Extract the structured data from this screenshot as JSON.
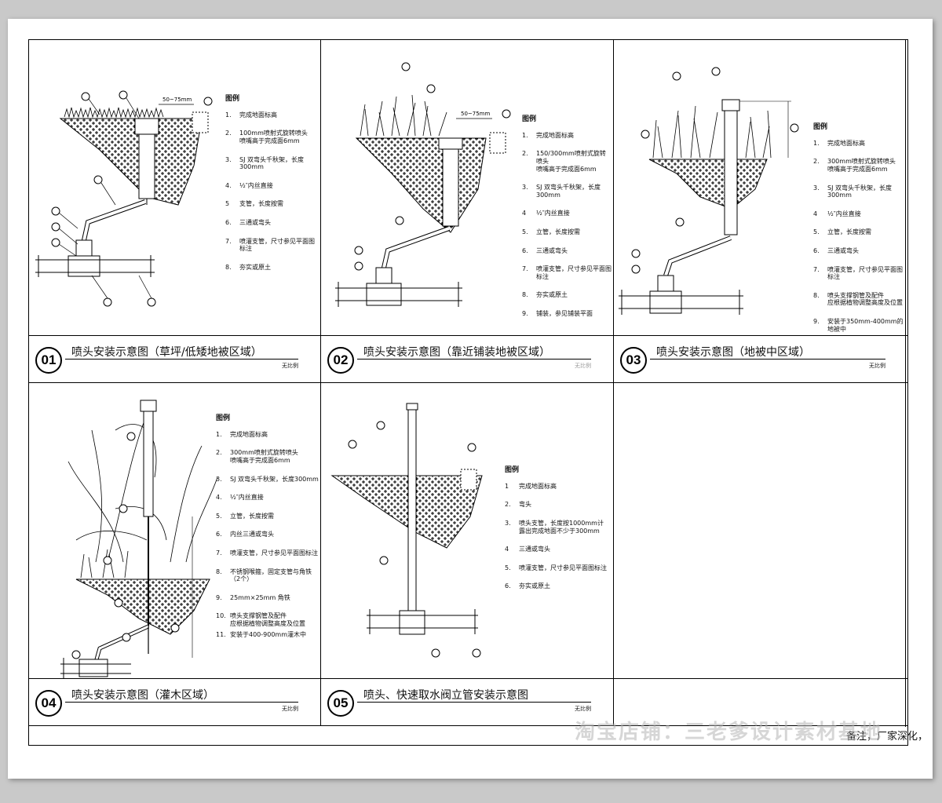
{
  "panels": [
    {
      "number": "01",
      "title": "喷头安装示意图（草坪/低矮地被区域）",
      "scale": "无比例",
      "dimension": "50~75mm",
      "legend_title": "图例",
      "legend": [
        {
          "num": "1.",
          "text": "完成地面标高"
        },
        {
          "num": "2.",
          "text": "100mm喷射式旋转喷头\n喷嘴高于完成面6mm"
        },
        {
          "num": "3.",
          "text": "SJ 双弯头千秋架，长度300mm"
        },
        {
          "num": "4.",
          "text": "½″内丝直接"
        },
        {
          "num": "5",
          "text": "支管，长度按需"
        },
        {
          "num": "6.",
          "text": "三通或弯头"
        },
        {
          "num": "7.",
          "text": "喷灌支管，尺寸参见平面图标注"
        },
        {
          "num": "8.",
          "text": "夯实或原土"
        }
      ]
    },
    {
      "number": "02",
      "title": "喷头安装示意图（靠近铺装地被区域）",
      "scale": "无比例",
      "dimension": "50~75mm",
      "legend_title": "图例",
      "legend": [
        {
          "num": "1.",
          "text": "完成地面标高"
        },
        {
          "num": "2.",
          "text": "150/300mm喷射式旋转喷头\n喷嘴高于完成面6mm"
        },
        {
          "num": "3.",
          "text": "SJ 双弯头千秋架，长度300mm"
        },
        {
          "num": "4",
          "text": "½″内丝直接"
        },
        {
          "num": "5.",
          "text": "立管，长度按需"
        },
        {
          "num": "6.",
          "text": "三通或弯头"
        },
        {
          "num": "7.",
          "text": "喷灌支管，尺寸参见平面图标注"
        },
        {
          "num": "8.",
          "text": "夯实或原土"
        },
        {
          "num": "9.",
          "text": "铺装，参见铺装平面"
        }
      ]
    },
    {
      "number": "03",
      "title": "喷头安装示意图（地被中区域）",
      "scale": "无比例",
      "legend_title": "图例",
      "legend": [
        {
          "num": "1.",
          "text": "完成地面标高"
        },
        {
          "num": "2.",
          "text": "300mm喷射式旋转喷头\n喷嘴高于完成面6mm"
        },
        {
          "num": "3.",
          "text": "SJ 双弯头千秋架，长度300mm"
        },
        {
          "num": "4",
          "text": "½″内丝直接"
        },
        {
          "num": "5.",
          "text": "立管，长度按需"
        },
        {
          "num": "6.",
          "text": "三通或弯头"
        },
        {
          "num": "7.",
          "text": "喷灌支管，尺寸参见平面图标注"
        },
        {
          "num": "8.",
          "text": "喷头支撑钢管及配件\n应根据植物调整高度及位置"
        },
        {
          "num": "9.",
          "text": "安装于350mm-400mm的地被中"
        }
      ]
    },
    {
      "number": "04",
      "title": "喷头安装示意图（灌木区域）",
      "scale": "无比例",
      "legend_title": "图例",
      "legend": [
        {
          "num": "1.",
          "text": "完成地面标高"
        },
        {
          "num": "2.",
          "text": "300mm喷射式旋转喷头\n喷嘴高于完成面6mm"
        },
        {
          "num": "3.",
          "text": "SJ 双弯头千秋架，长度300mm"
        },
        {
          "num": "4.",
          "text": "½″内丝直接"
        },
        {
          "num": "5.",
          "text": "立管，长度按需"
        },
        {
          "num": "6.",
          "text": "内丝三通或弯头"
        },
        {
          "num": "7.",
          "text": "喷灌支管，尺寸参见平面图标注"
        },
        {
          "num": "8.",
          "text": "不锈钢喉箍，固定支管与角铁（2个）"
        },
        {
          "num": "9.",
          "text": "25mm×25mm 角铁"
        },
        {
          "num": "10.",
          "text": "喷头支撑钢管及配件\n应根据植物调整高度及位置"
        },
        {
          "num": "11.",
          "text": "安装于400-900mm灌木中"
        }
      ]
    },
    {
      "number": "05",
      "title": "喷头、快速取水阀立管安装示意图",
      "scale": "无比例",
      "legend_title": "图例",
      "legend": [
        {
          "num": "1",
          "text": "完成地面标高"
        },
        {
          "num": "2.",
          "text": "弯头"
        },
        {
          "num": "3.",
          "text": "喷头支管，长度按1000mm计\n露出完成地面不少于300mm"
        },
        {
          "num": "4",
          "text": "三通或弯头"
        },
        {
          "num": "5.",
          "text": "喷灌支管，尺寸参见平面图标注"
        },
        {
          "num": "6.",
          "text": "夯实或原土"
        }
      ]
    }
  ],
  "remark": "备注，厂家深化，",
  "watermark": "淘宝店铺：三老爹设计素材基地"
}
